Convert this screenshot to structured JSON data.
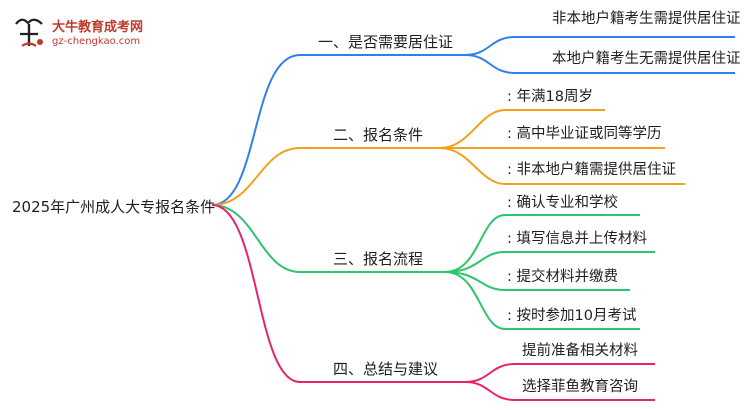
{
  "logo": {
    "title": "大牛教育成考网",
    "url": "gz-chengkao.com"
  },
  "root": "2025年广州成人大专报名条件",
  "branches": [
    {
      "label": "一、是否需要居住证",
      "color": "#2f80e8",
      "children": [
        "非本地户籍考生需提供居住证",
        "本地户籍考生无需提供居住证"
      ]
    },
    {
      "label": "二、报名条件",
      "color": "#f2a11f",
      "children": [
        ": 年满18周岁",
        ": 高中毕业证或同等学历",
        ": 非本地户籍需提供居住证"
      ]
    },
    {
      "label": "三、报名流程",
      "color": "#2fc46f",
      "children": [
        ": 确认专业和学校",
        ": 填写信息并上传材料",
        ": 提交材料并缴费",
        ": 按时参加10月考试"
      ]
    },
    {
      "label": "四、总结与建议",
      "color": "#e8236e",
      "children": [
        "提前准备相关材料",
        "选择菲鱼教育咨询"
      ]
    }
  ]
}
